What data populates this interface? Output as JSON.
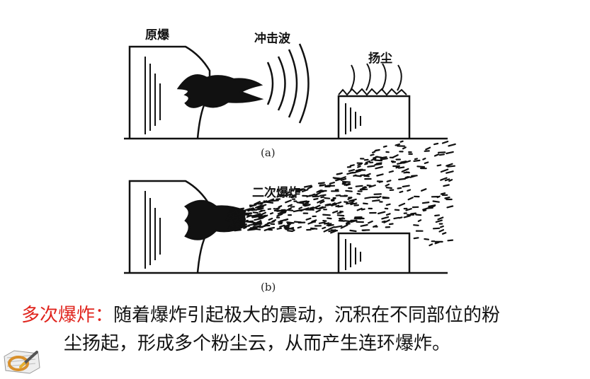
{
  "diagram": {
    "panel_a": {
      "label_primary": "原爆",
      "label_shockwave": "冲击波",
      "label_dust": "扬尘",
      "caption": "(a)"
    },
    "panel_b": {
      "label_secondary": "二次爆炸",
      "caption": "(b)"
    }
  },
  "description": {
    "term": "多次爆炸",
    "colon": "：",
    "line1": "随着爆炸引起极大的震动，沉积在不同部位的粉",
    "line2": "尘扬起，形成多个粉尘云，从而产生连环爆炸。"
  },
  "colors": {
    "term": "#e0251e",
    "ink": "#111111"
  },
  "icons": {
    "corner": "pencil-note-icon"
  }
}
